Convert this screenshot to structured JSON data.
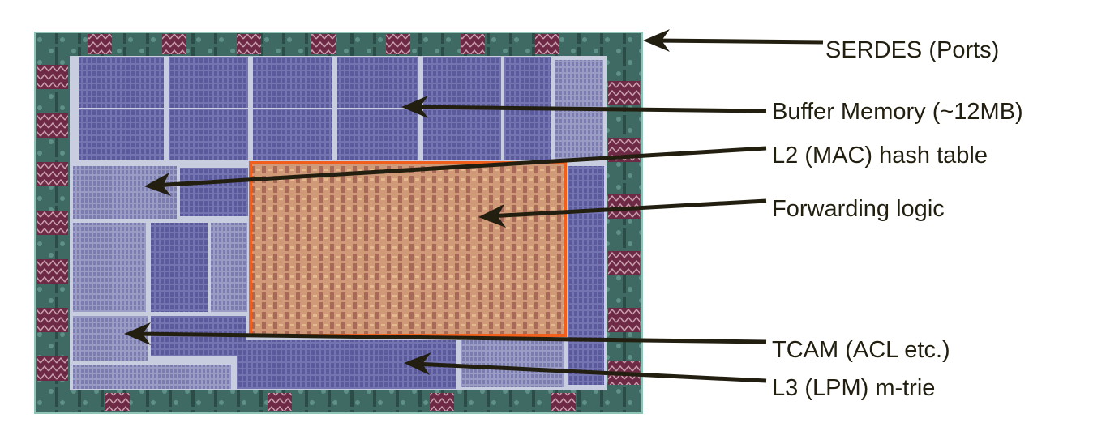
{
  "labels": {
    "serdes": "SERDES (Ports)",
    "buffer": "Buffer Memory (~12MB)",
    "l2": "L2 (MAC) hash table",
    "forwarding": "Forwarding logic",
    "tcam": "TCAM (ACL etc.)",
    "l3": "L3 (LPM) m-trie"
  },
  "colors": {
    "arrow": "#221f10",
    "highlight": "#f0601c",
    "memory": "#6a6aa8",
    "logic": "#c8886a",
    "serdes": "#3e6a62"
  }
}
